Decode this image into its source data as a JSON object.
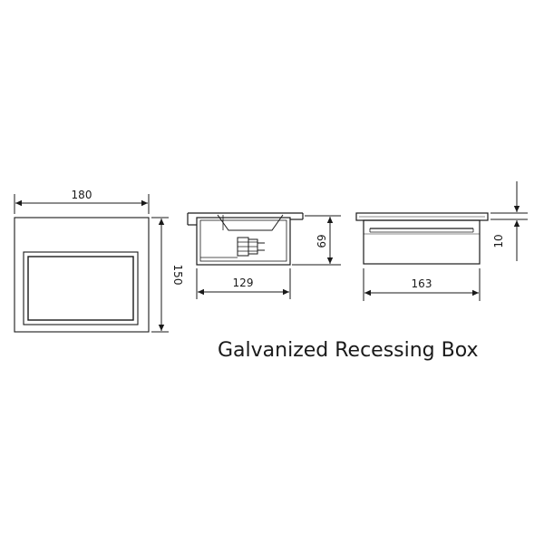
{
  "title": "Galvanized Recessing Box",
  "dimensions": {
    "front_width": "180",
    "front_height": "150",
    "side_width": "129",
    "side_depth": "69",
    "top_width": "163",
    "flange": "10"
  }
}
